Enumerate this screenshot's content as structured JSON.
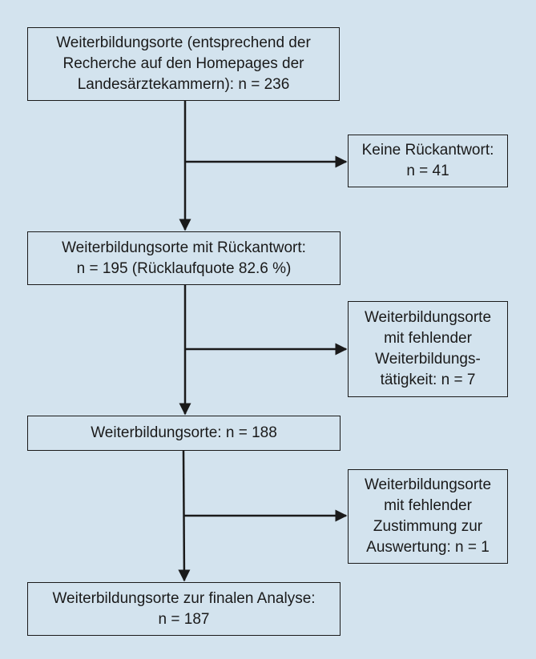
{
  "boxes": {
    "start": [
      "Weiterbildungsorte (entsprechend der",
      "Recherche auf den Homepages der",
      "Landesärztekammern): n = 236"
    ],
    "excl1": [
      "Keine Rückantwort:",
      "n = 41"
    ],
    "resp": [
      "Weiterbildungsorte mit Rückantwort:",
      "n = 195 (Rücklaufquote 82.6 %)"
    ],
    "excl2": [
      "Weiterbildungsorte",
      "mit fehlender",
      "Weiterbildungs-",
      "tätigkeit: n = 7"
    ],
    "mid": [
      "Weiterbildungsorte: n = 188"
    ],
    "excl3": [
      "Weiterbildungsorte",
      "mit fehlender",
      "Zustimmung zur",
      "Auswertung: n = 1"
    ],
    "final": [
      "Weiterbildungsorte zur finalen Analyse:",
      "n = 187"
    ]
  },
  "colors": {
    "background": "#d3e3ee",
    "line": "#1a1a1a"
  }
}
